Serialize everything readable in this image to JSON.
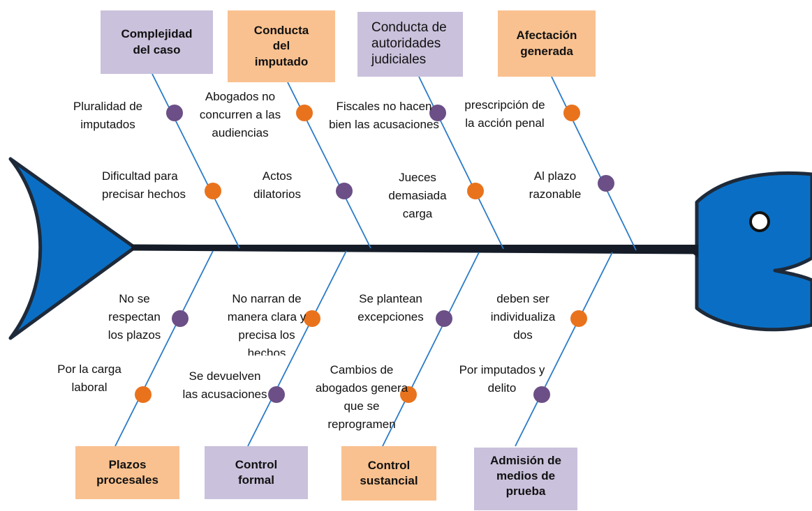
{
  "colors": {
    "fish_fill": "#0a6fc4",
    "fish_outline": "#1e2a3a",
    "bone_line": "#2a7bc8",
    "spine": "#151c28",
    "dot_purple": "#6b4f86",
    "dot_orange": "#e9731d",
    "box_purple": "#cac1dc",
    "box_orange": "#f9c18f"
  },
  "categories": {
    "top": [
      {
        "label": "Complejidad del caso",
        "color": "purple"
      },
      {
        "label": "Conducta del imputado",
        "color": "orange"
      },
      {
        "label": "Conducta de autoridades judiciales",
        "color": "purple"
      },
      {
        "label": "Afectación generada",
        "color": "orange"
      }
    ],
    "bottom": [
      {
        "label": "Plazos procesales",
        "color": "orange"
      },
      {
        "label": "Control formal",
        "color": "purple"
      },
      {
        "label": "Control sustancial",
        "color": "orange"
      },
      {
        "label": "Admisión de medios de prueba",
        "color": "purple"
      }
    ]
  },
  "causes": {
    "top": [
      [
        "Pluralidad de imputados",
        "Dificultad para precisar hechos"
      ],
      [
        "Abogados no concurren a las audiencias",
        "Actos dilatorios"
      ],
      [
        "Fiscales no hacen bien las acusaciones",
        "Jueces demasiada carga"
      ],
      [
        "prescripción de la acción penal",
        "Al plazo razonable"
      ]
    ],
    "bottom": [
      [
        "No se respectan los plazos",
        "Por la carga laboral"
      ],
      [
        "No narran de manera clara y precisa los hechos",
        "Se devuelven las acusaciones"
      ],
      [
        "Se plantean excepciones",
        "Cambios de abogados genera que se reprogramen"
      ],
      [
        "deben ser individualiza dos",
        "Por imputados y delito"
      ]
    ]
  }
}
